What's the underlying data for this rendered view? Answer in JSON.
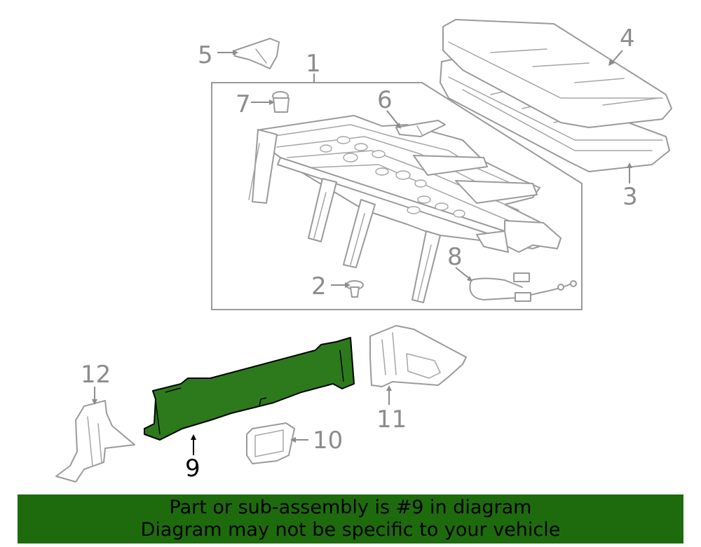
{
  "diagram": {
    "highlight_color": "#2d7a1c",
    "line_color": "#9a9a9a",
    "highlighted_part": "9",
    "callouts": {
      "c1": "1",
      "c2": "2",
      "c3": "3",
      "c4": "4",
      "c5": "5",
      "c6": "6",
      "c7": "7",
      "c8": "8",
      "c9": "9",
      "c10": "10",
      "c11": "11",
      "c12": "12"
    }
  },
  "banner": {
    "background": "#1e6b0e",
    "line1": "Part or sub-assembly is #9 in diagram",
    "line2": "Diagram may not be specific to your vehicle"
  }
}
